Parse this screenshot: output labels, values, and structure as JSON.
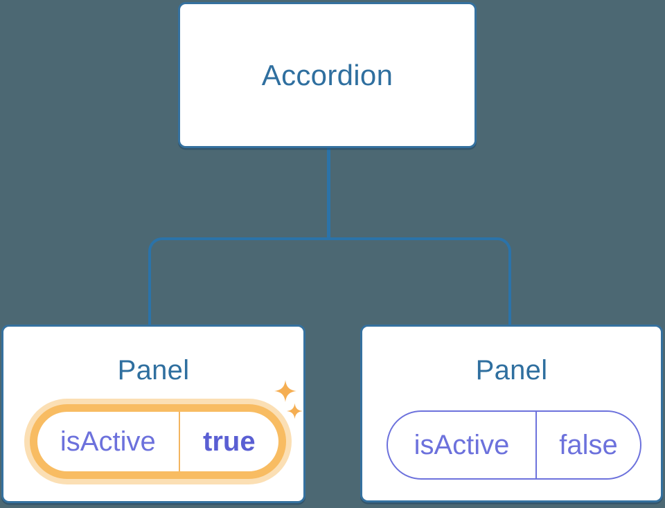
{
  "colors": {
    "background": "#4c6873",
    "connector": "#2b73a9",
    "node-border": "#35719f",
    "node-fill": "#ffffff",
    "node-text": "#2f6f9f",
    "state-text": "#6c71dc",
    "state-border": "#6c71dc",
    "state-value-active": "#5a5fd3",
    "highlight": "#f8bc62",
    "highlight-glow": "#fbdfb4",
    "highlight-divider": "#f3b55f",
    "sparkle": "#f5ae52"
  },
  "tree": {
    "root": {
      "label": "Accordion"
    },
    "children": [
      {
        "title": "Panel",
        "active": true,
        "state": {
          "key": "isActive",
          "value": "true"
        }
      },
      {
        "title": "Panel",
        "active": false,
        "state": {
          "key": "isActive",
          "value": "false"
        }
      }
    ]
  }
}
